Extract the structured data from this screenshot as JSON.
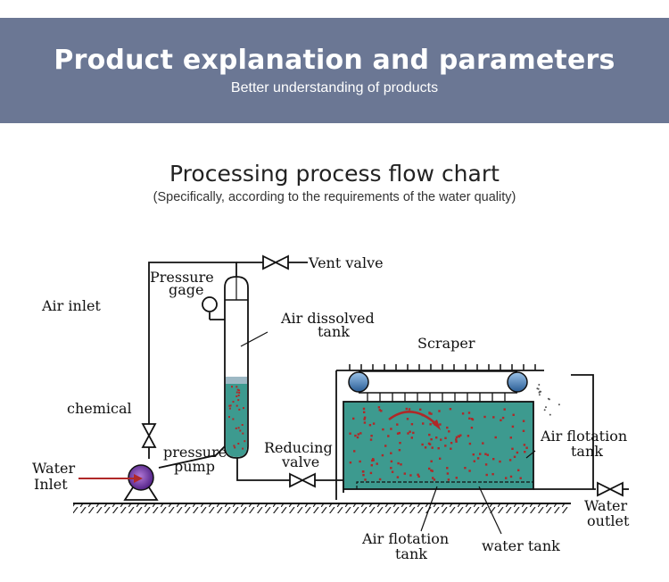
{
  "header": {
    "title": "Product explanation and parameters",
    "subtitle": "Better understanding of products"
  },
  "chart": {
    "title": "Processing process flow chart",
    "subtitle": "(Specifically, according to the requirements of the water quality)"
  },
  "labels": {
    "pressure_gage_1": "Pressure",
    "pressure_gage_2": "gage",
    "vent_valve": "Vent valve",
    "air_inlet": "Air inlet",
    "air_dissolved_tank_1": "Air dissolved",
    "air_dissolved_tank_2": "tank",
    "scraper": "Scraper",
    "chemical": "chemical",
    "water_inlet_1": "Water",
    "water_inlet_2": "Inlet",
    "pressure_pump_1": "pressure",
    "pressure_pump_2": "pump",
    "reducing_valve_1": "Reducing",
    "reducing_valve_2": "valve",
    "air_flotation_tank_r1": "Air flotation",
    "air_flotation_tank_r2": "tank",
    "water_outlet_1": "Water",
    "water_outlet_2": "outlet",
    "air_flotation_tank_b1": "Air flotation",
    "air_flotation_tank_b2": "tank",
    "water_tank": "water tank"
  },
  "colors": {
    "banner": "#6b7794",
    "water": "#3d9a8f",
    "particles": "#b02828",
    "pump": "#6a2fa0",
    "roller": "#3a6fa8"
  }
}
